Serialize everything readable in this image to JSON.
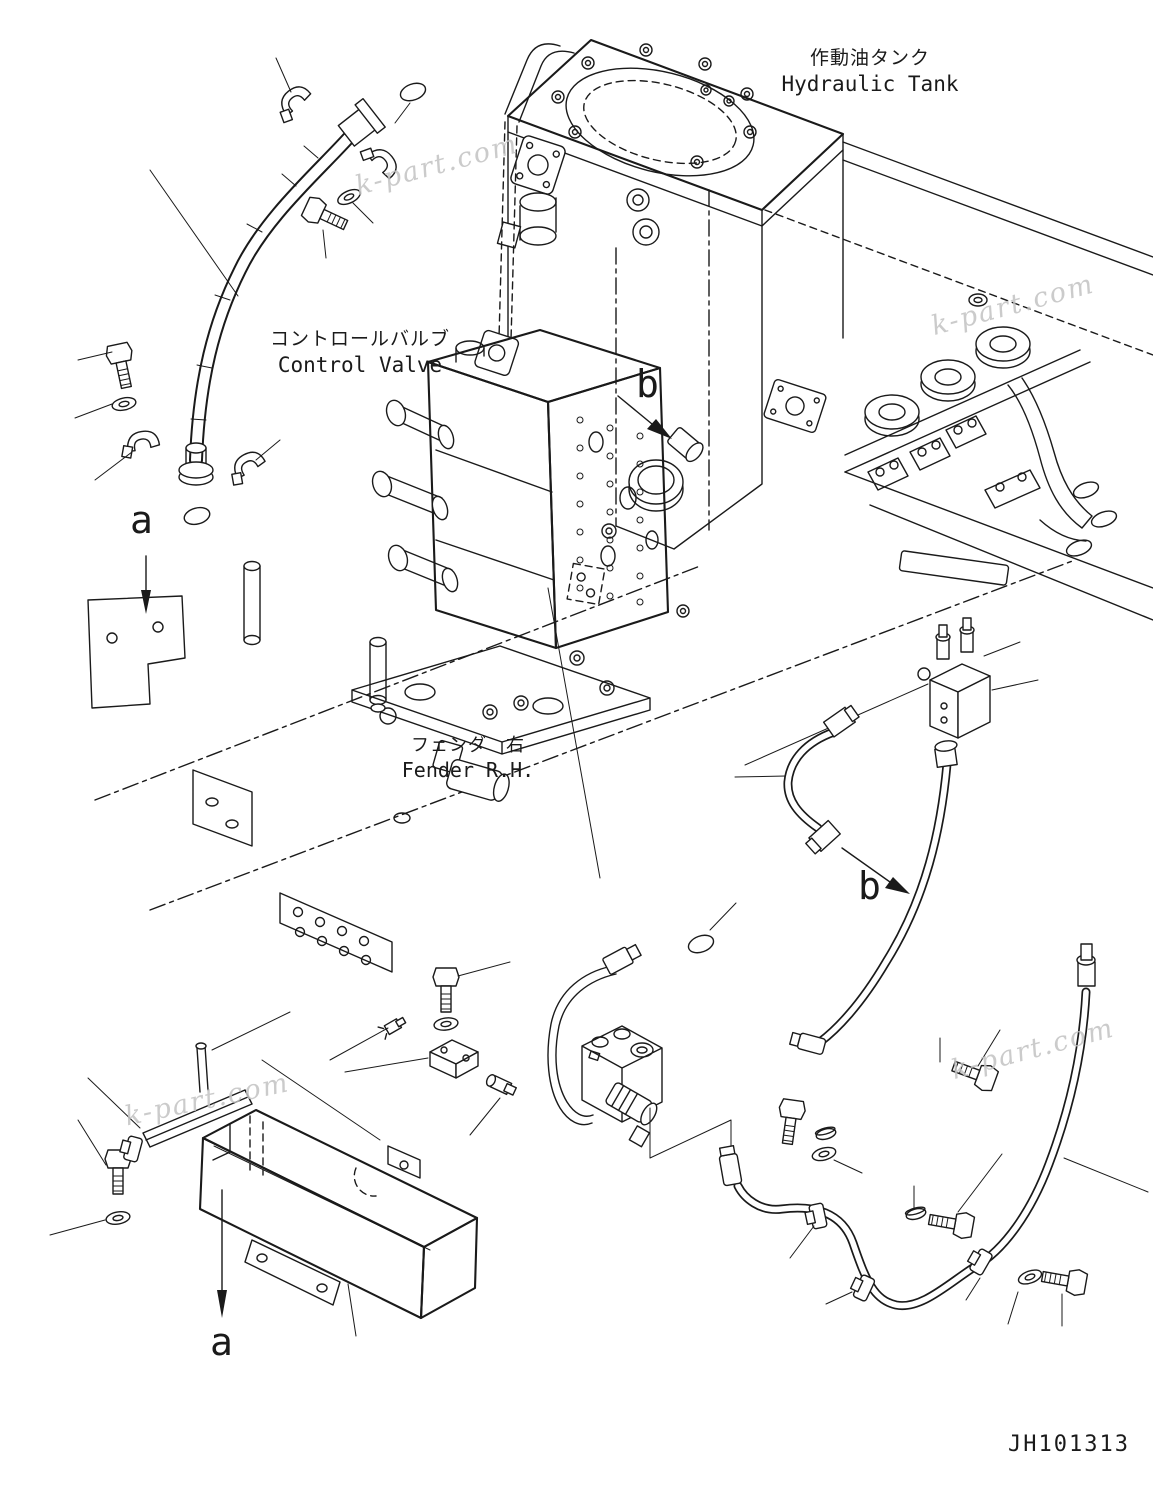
{
  "page": {
    "background": "#ffffff",
    "line_color": "#1a1a1a",
    "watermark_color": "#c3c3c3"
  },
  "labels": {
    "hydraulic_tank": {
      "jp": "作動油タンク",
      "en": "Hydraulic Tank"
    },
    "control_valve": {
      "jp": "コントロールバルブ",
      "en": "Control Valve"
    },
    "fender_rh": {
      "jp": "フェンダ　右",
      "en": "Fender R.H."
    }
  },
  "callouts": {
    "view_a": "a",
    "view_b": "b"
  },
  "watermark_text": "k-part.com",
  "drawing_number": "JH101313"
}
